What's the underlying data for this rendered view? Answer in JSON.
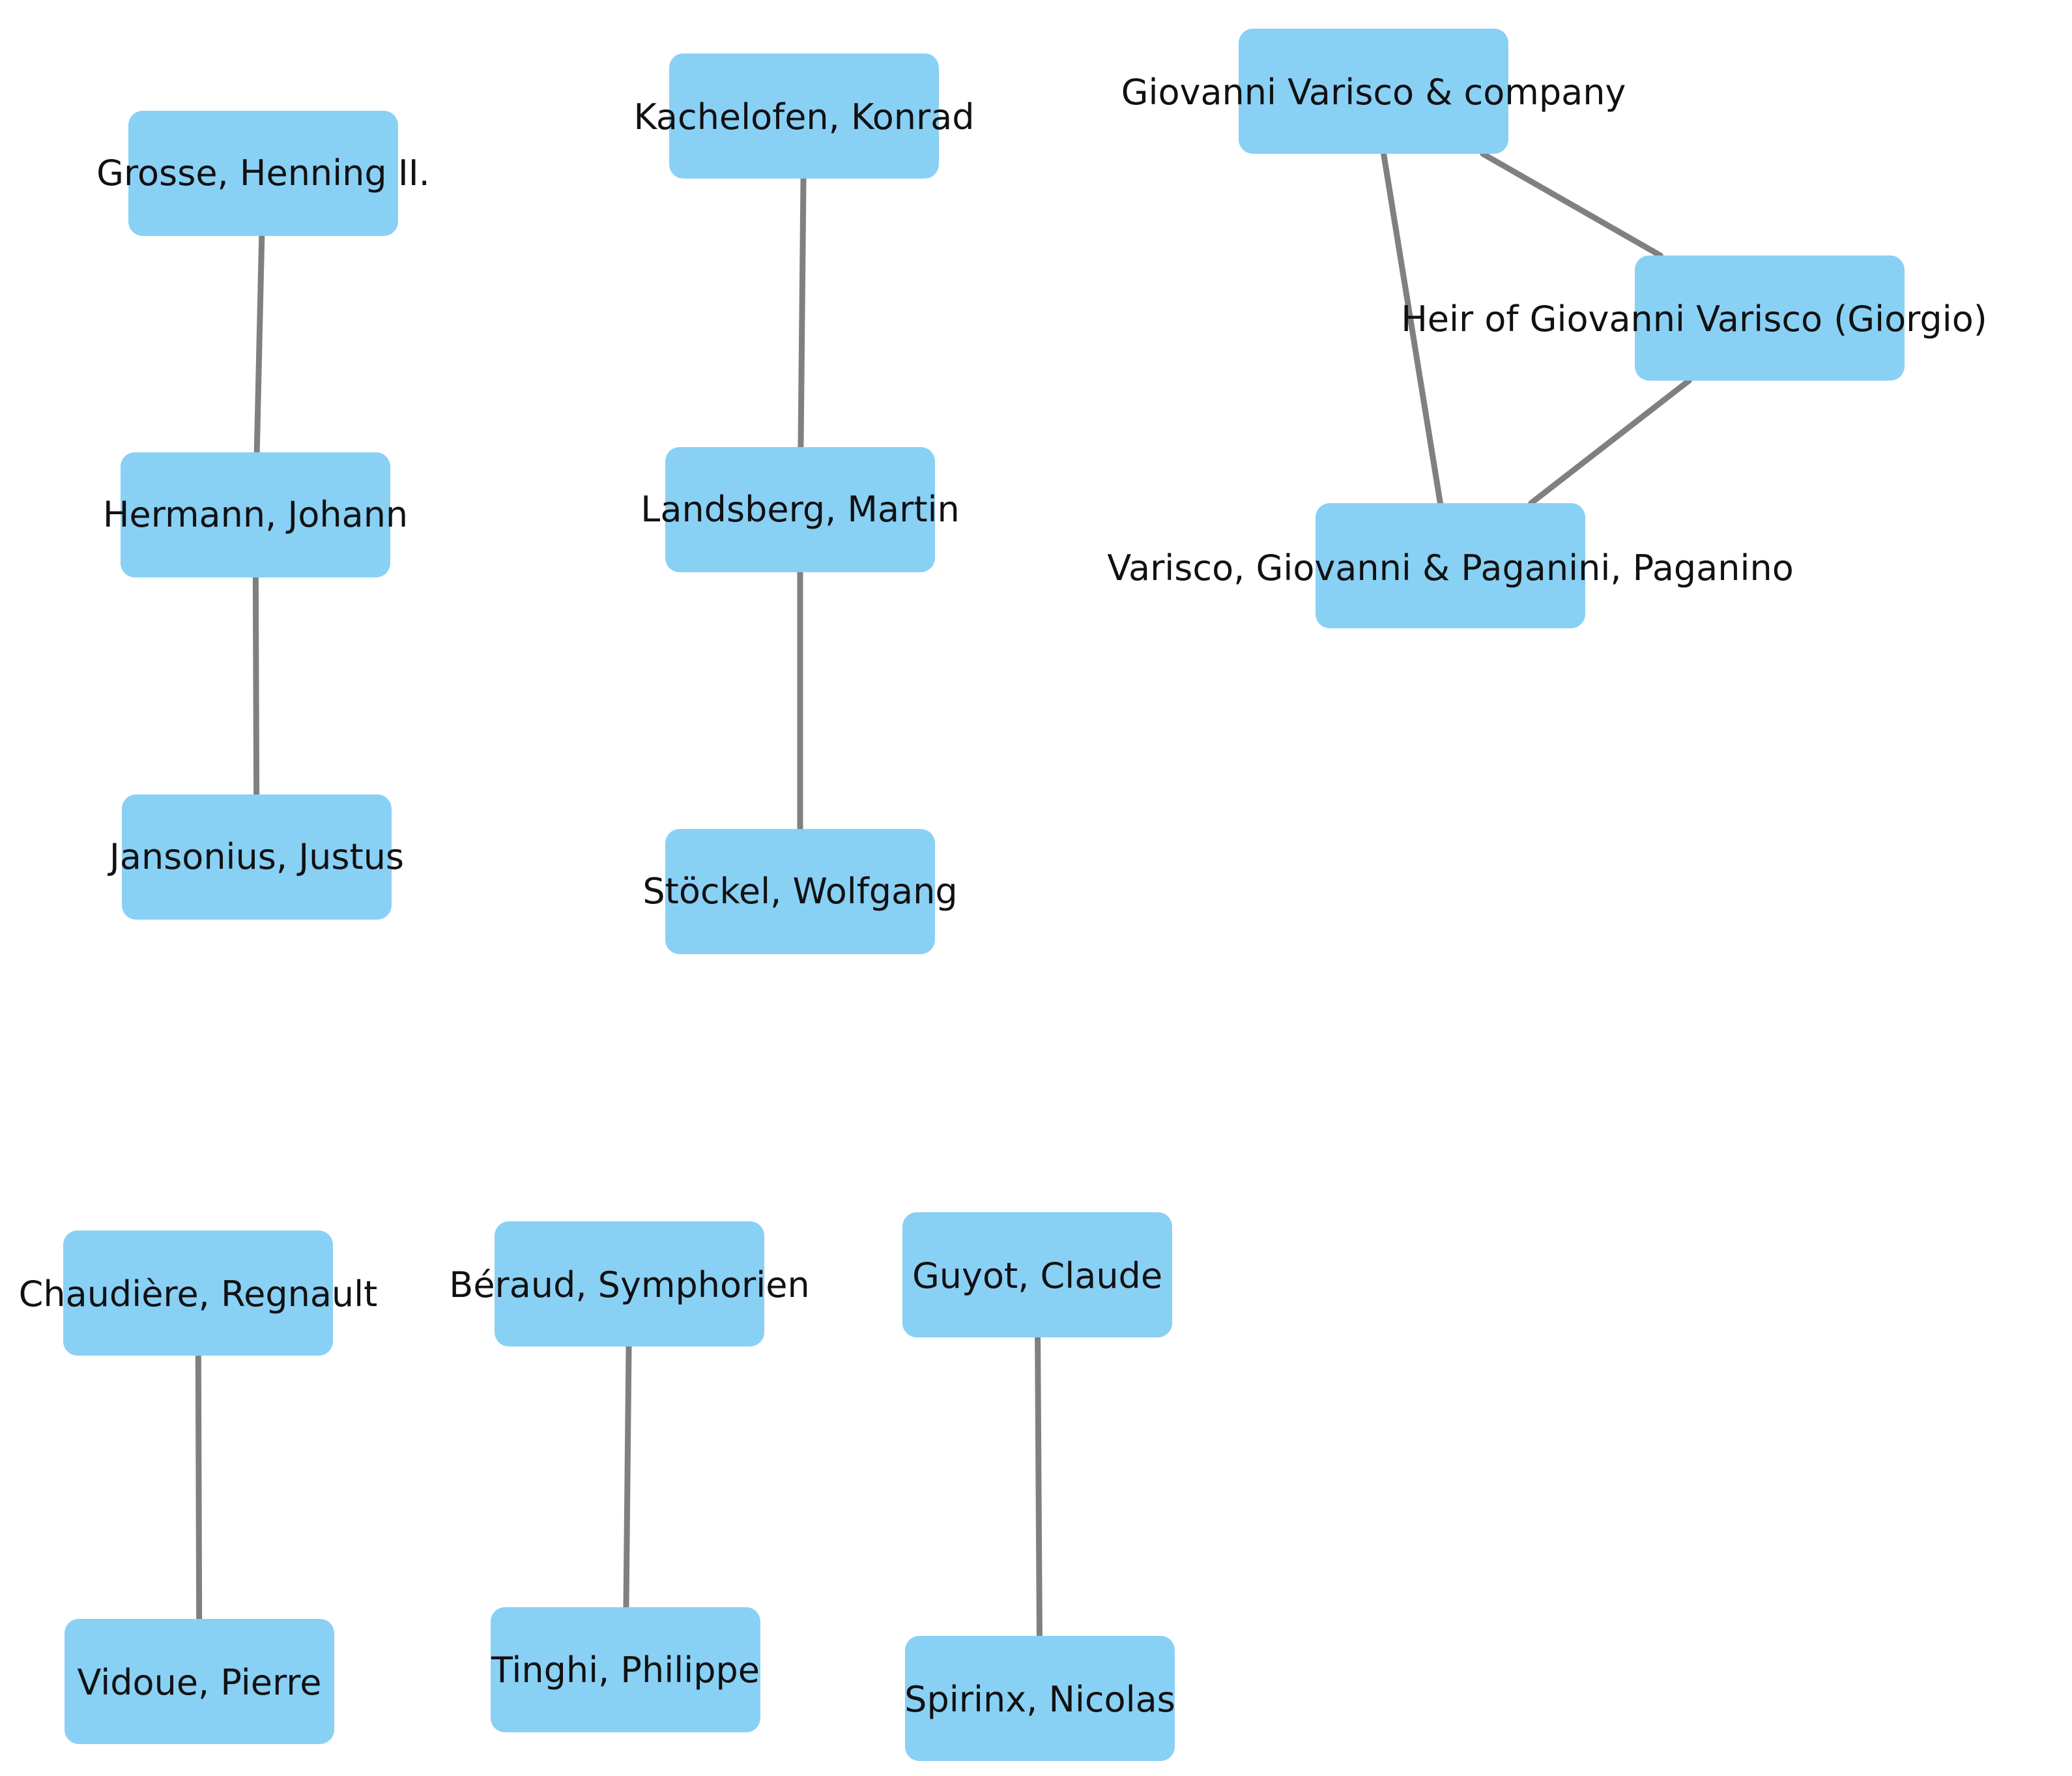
{
  "diagram": {
    "colors": {
      "node_fill": "#89d0f5",
      "edge": "#808080",
      "text": "#111111",
      "background": "#ffffff"
    },
    "nodes": [
      {
        "id": "grosse",
        "label": "Grosse, Henning II."
      },
      {
        "id": "hermann",
        "label": "Hermann, Johann"
      },
      {
        "id": "jansonius",
        "label": "Jansonius, Justus"
      },
      {
        "id": "kachelofen",
        "label": "Kachelofen, Konrad"
      },
      {
        "id": "landsberg",
        "label": "Landsberg, Martin"
      },
      {
        "id": "stoeckel",
        "label": "Stöckel, Wolfgang"
      },
      {
        "id": "varisco_company",
        "label": "Giovanni Varisco & company"
      },
      {
        "id": "heir_varisco",
        "label": "Heir of Giovanni Varisco  (Giorgio)"
      },
      {
        "id": "varisco_paganini",
        "label": "Varisco, Giovanni & Paganini, Paganino"
      },
      {
        "id": "chaudiere",
        "label": "Chaudière, Regnault"
      },
      {
        "id": "vidoue",
        "label": "Vidoue, Pierre"
      },
      {
        "id": "beraud",
        "label": "Béraud, Symphorien"
      },
      {
        "id": "tinghi",
        "label": "Tinghi, Philippe"
      },
      {
        "id": "guyot",
        "label": "Guyot, Claude"
      },
      {
        "id": "spirinx",
        "label": "Spirinx, Nicolas"
      }
    ],
    "edges": [
      {
        "source": "grosse",
        "target": "hermann"
      },
      {
        "source": "hermann",
        "target": "jansonius"
      },
      {
        "source": "kachelofen",
        "target": "landsberg"
      },
      {
        "source": "landsberg",
        "target": "stoeckel"
      },
      {
        "source": "varisco_company",
        "target": "heir_varisco"
      },
      {
        "source": "varisco_company",
        "target": "varisco_paganini"
      },
      {
        "source": "heir_varisco",
        "target": "varisco_paganini"
      },
      {
        "source": "chaudiere",
        "target": "vidoue"
      },
      {
        "source": "beraud",
        "target": "tinghi"
      },
      {
        "source": "guyot",
        "target": "spirinx"
      }
    ]
  }
}
